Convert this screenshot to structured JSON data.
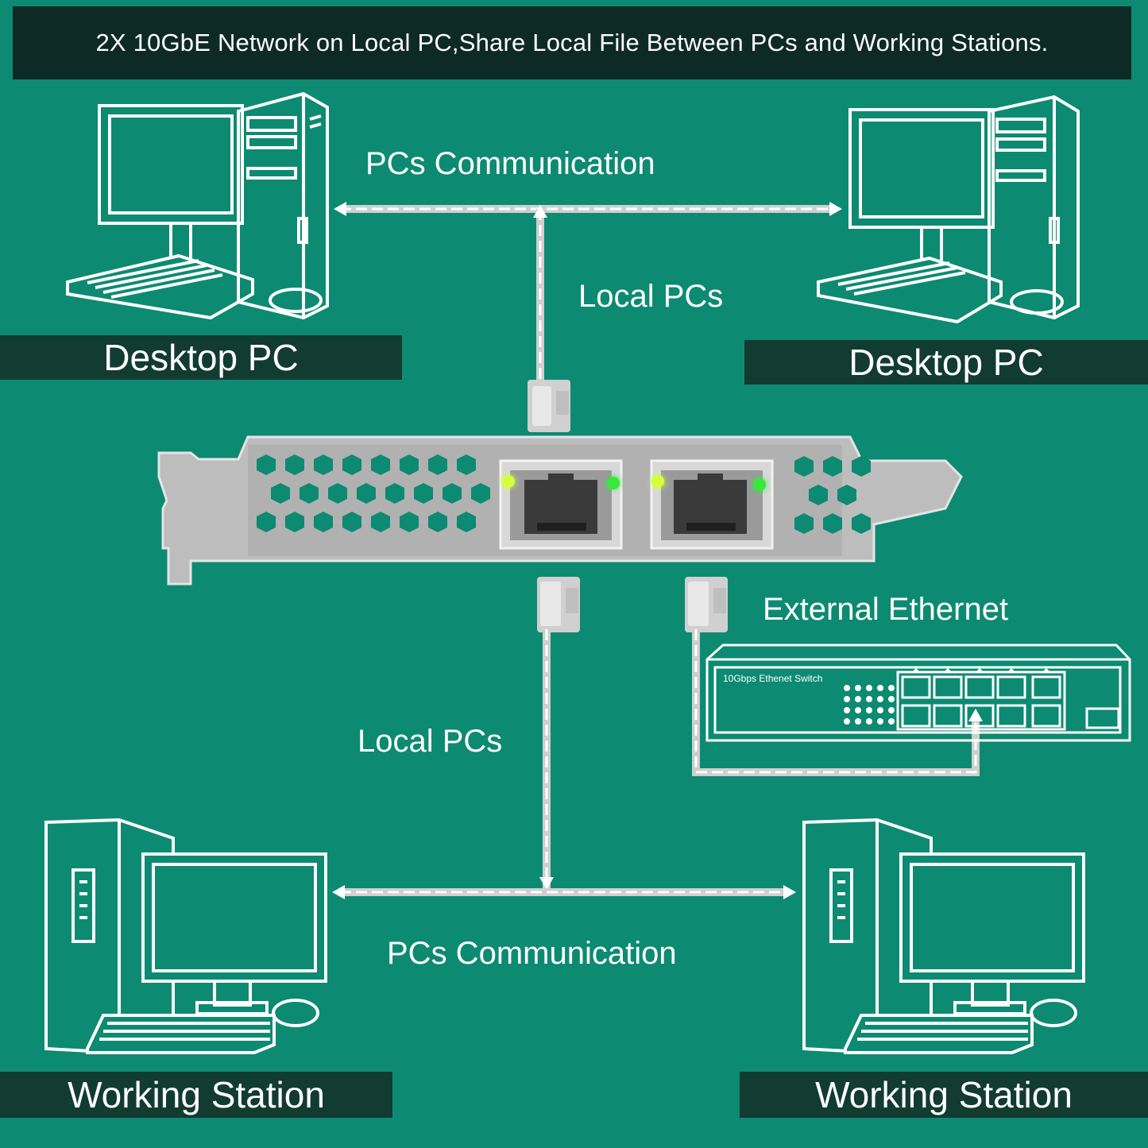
{
  "banner": {
    "text": "2X 10GbE Network on Local PC,Share Local File Between PCs and Working Stations."
  },
  "top_left_label": "Desktop PC",
  "top_right_label": "Desktop PC",
  "bottom_left_label": "Working Station",
  "bottom_right_label": "Working Station",
  "flow_labels": {
    "top_communication": "PCs Communication",
    "top_local": "Local PCs",
    "external": "External Ethernet",
    "bottom_local": "Local PCs",
    "bottom_communication": "PCs Communication"
  },
  "switch": {
    "label": "10Gbps Ethenet Switch"
  },
  "colors": {
    "background": "#0d8a72",
    "banner_bg": "#0e2a24",
    "label_bg": "#123b31",
    "line_art": "#ffffff",
    "cable": "#d9d9d9",
    "bracket": "#b8b8b8",
    "led_yellow": "#d4ff3a",
    "led_green": "#39e83a"
  },
  "icons": [
    "desktop-pc-icon",
    "working-station-icon",
    "network-card-icon",
    "ethernet-switch-icon",
    "rj45-connector-icon"
  ]
}
